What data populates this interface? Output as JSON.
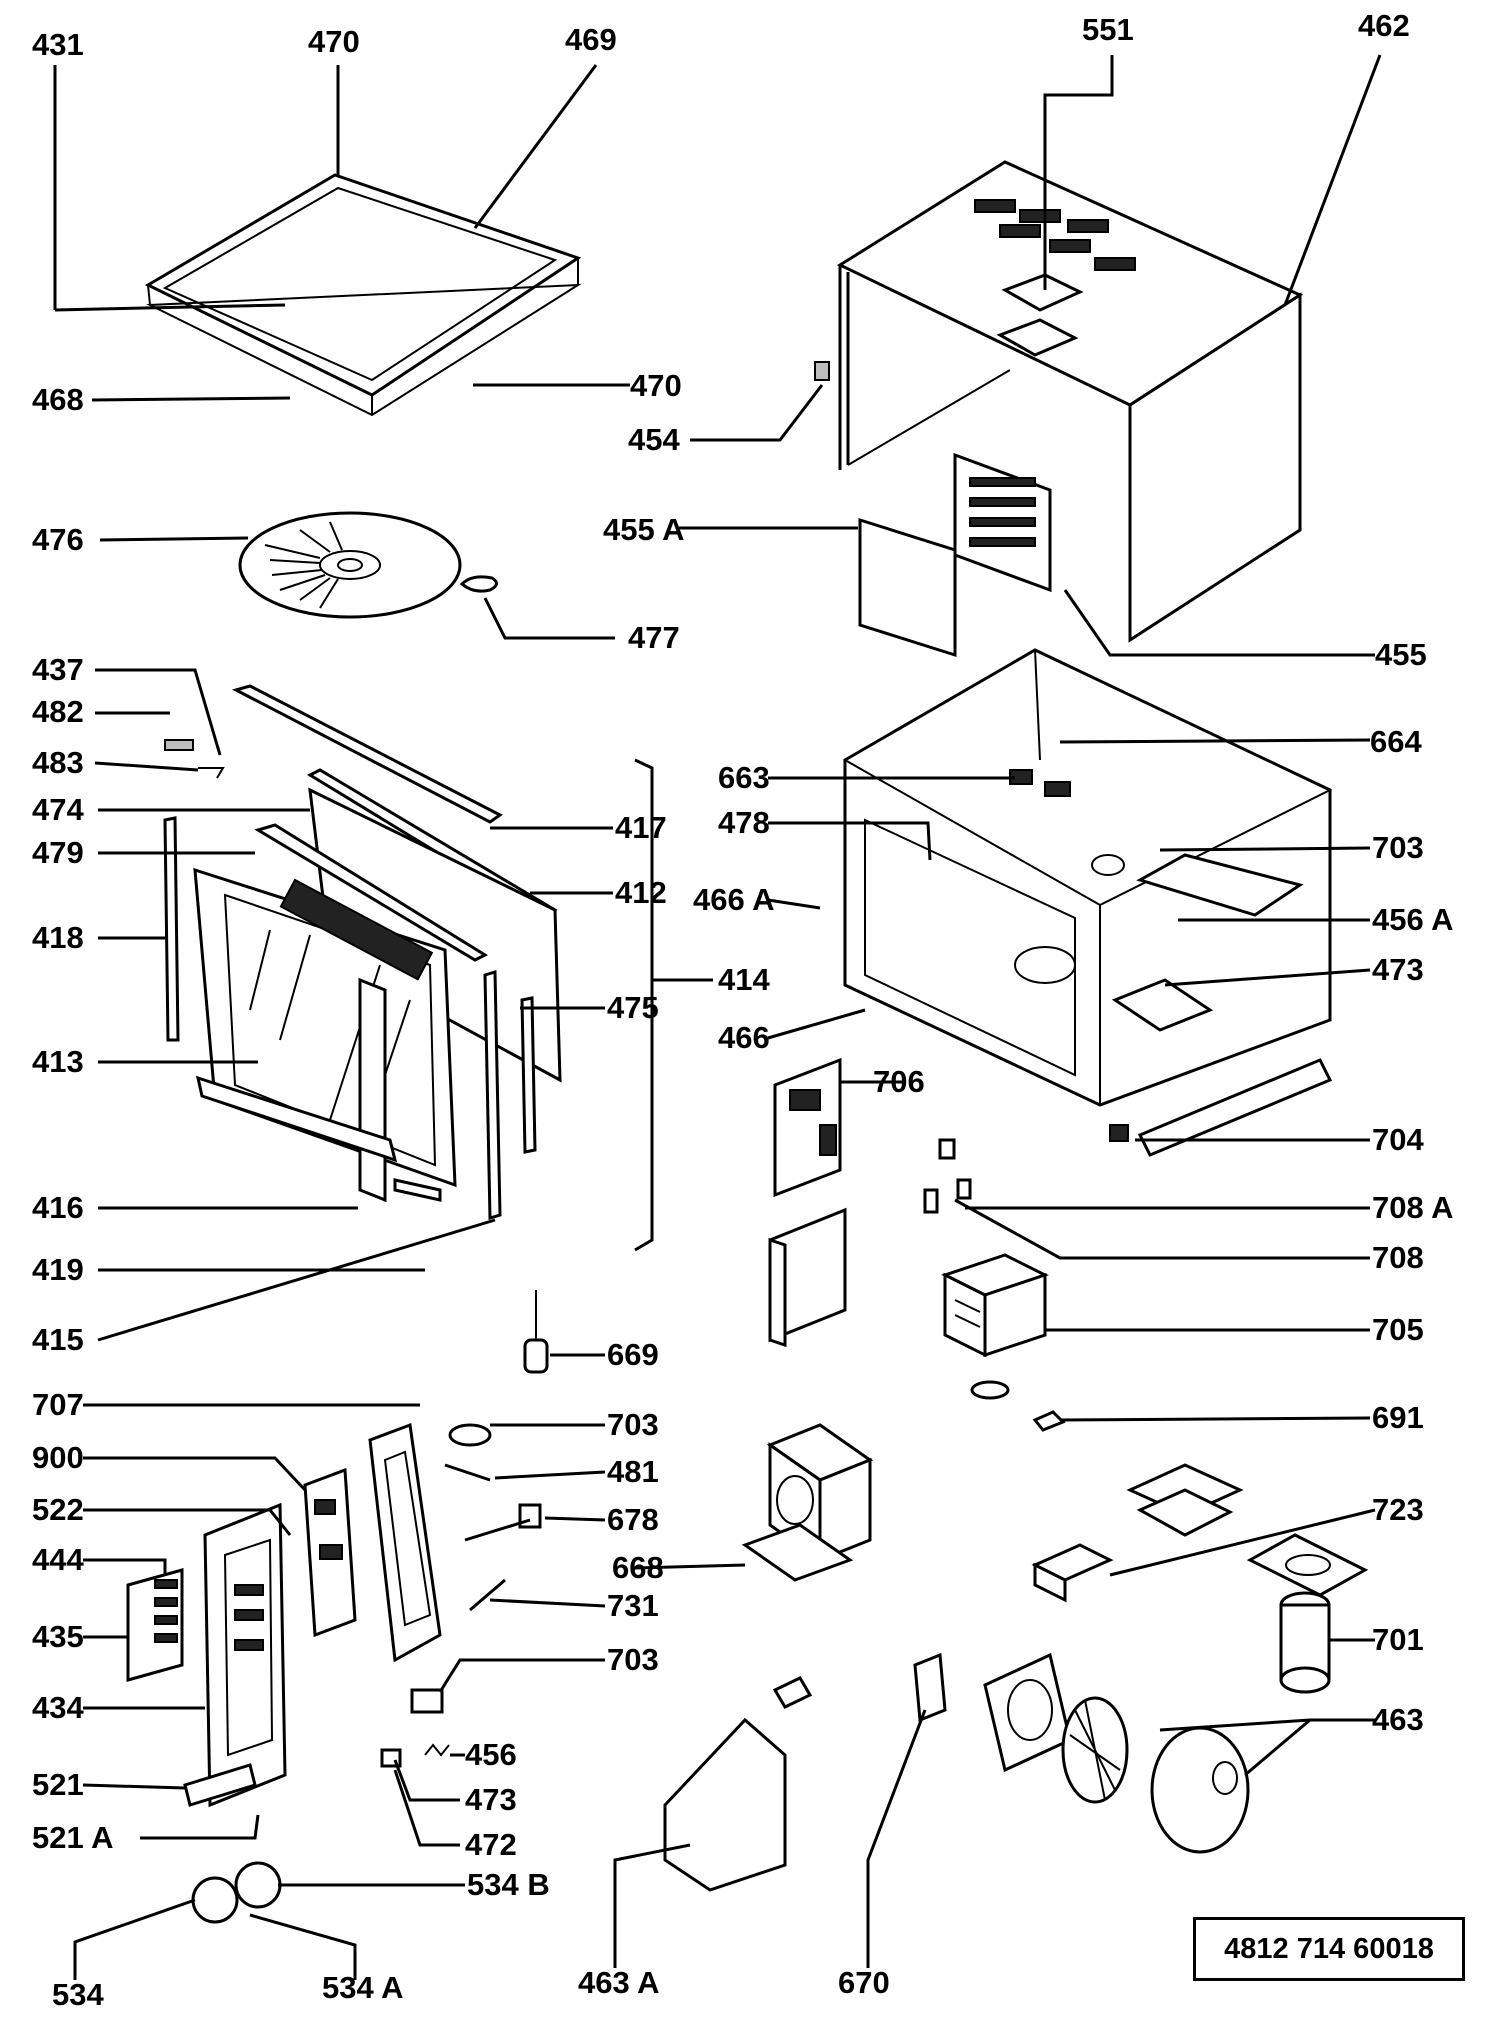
{
  "labels": {
    "l431": "431",
    "l470a": "470",
    "l469": "469",
    "l468": "468",
    "l470b": "470",
    "l551": "551",
    "l462": "462",
    "l454": "454",
    "l455A": "455 A",
    "l455": "455",
    "l476": "476",
    "l477": "477",
    "l437": "437",
    "l482": "482",
    "l483": "483",
    "l474": "474",
    "l479": "479",
    "l418": "418",
    "l413": "413",
    "l416": "416",
    "l419": "419",
    "l415": "415",
    "l417": "417",
    "l412": "412",
    "l414": "414",
    "l475": "475",
    "l663": "663",
    "l664": "664",
    "l478": "478",
    "l466A": "466 A",
    "l466": "466",
    "l703a": "703",
    "l456A": "456 A",
    "l473a": "473",
    "l706": "706",
    "l704": "704",
    "l708A": "708 A",
    "l708": "708",
    "l705": "705",
    "l669": "669",
    "l691": "691",
    "l707": "707",
    "l900": "900",
    "l522": "522",
    "l444": "444",
    "l435": "435",
    "l434": "434",
    "l521": "521",
    "l521A": "521 A",
    "l534": "534",
    "l534A": "534 A",
    "l534B": "534 B",
    "l703b": "703",
    "l481": "481",
    "l678": "678",
    "l731": "731",
    "l703c": "703",
    "l456": "456",
    "l473b": "473",
    "l472": "472",
    "l668": "668",
    "l723": "723",
    "l701": "701",
    "l463": "463",
    "l463A": "463 A",
    "l670": "670"
  },
  "catalog_number": "4812 714 60018"
}
